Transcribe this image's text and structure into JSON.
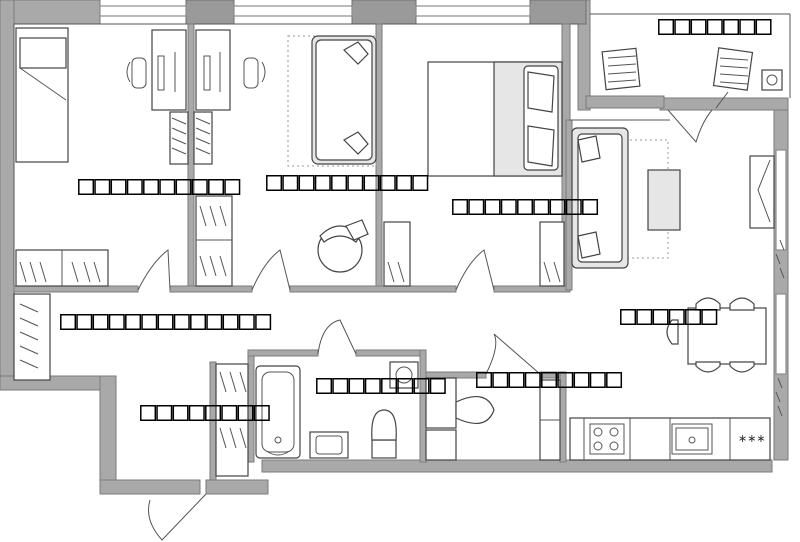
{
  "rooms": [
    {
      "id": "room-1",
      "label": "□□□□□□□□□□"
    },
    {
      "id": "room-2",
      "label": "□□□□□□□□□□"
    },
    {
      "id": "room-3",
      "label": "□□□□□□□□□"
    },
    {
      "id": "balcony",
      "label": "□□□□□□□"
    },
    {
      "id": "hall",
      "label": "□□□□□□□□□□□□□"
    },
    {
      "id": "kitchen",
      "label": "□□□□□□"
    },
    {
      "id": "bathroom",
      "label": "□□□□□□□□"
    },
    {
      "id": "wc",
      "label": "□□□□□□□□"
    },
    {
      "id": "storage",
      "label": "□□□□□□□□□"
    }
  ],
  "stove_marks": "∗∗∗"
}
